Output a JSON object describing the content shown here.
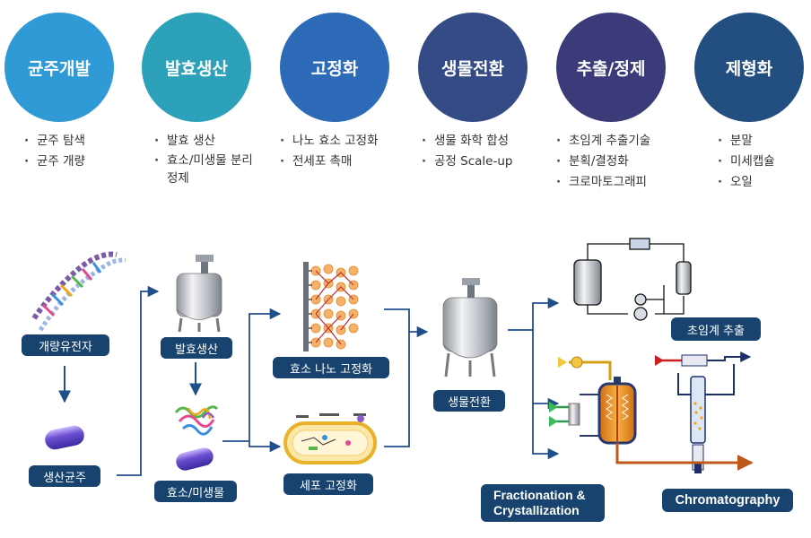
{
  "stages": [
    {
      "title": "균주개발",
      "color": "#2f9ad6",
      "items": [
        "균주 탐색",
        "균주 개량"
      ]
    },
    {
      "title": "발효생산",
      "color": "#2da1b9",
      "items": [
        "발효 생산",
        "효소/미생물 분리 정제"
      ]
    },
    {
      "title": "고정화",
      "color": "#2d6ab7",
      "items": [
        "나노 효소 고정화",
        "전세포 촉매"
      ]
    },
    {
      "title": "생물전환",
      "color": "#344b86",
      "items": [
        "생물 화학 합성",
        "공정 Scale-up"
      ]
    },
    {
      "title": "추출/정제",
      "color": "#3c3b7a",
      "items": [
        "초임계 추출기술",
        "분획/결정화",
        "크로마토그래피"
      ]
    },
    {
      "title": "제형화",
      "color": "#234e80",
      "items": [
        "분말",
        "미세캡슐",
        "오일"
      ]
    }
  ],
  "process": {
    "gene": "개량유전자",
    "strain": "생산균주",
    "fermentation": "발효생산",
    "enzyme": "효소/미생물",
    "nano_immob": "효소 나노 고정화",
    "cell_immob": "세포 고정화",
    "bioconversion": "생물전환",
    "supercritical": "초임계 추출",
    "fractionation_1": "Fractionation &",
    "fractionation_2": "Crystallization",
    "chromatography": "Chromatography"
  },
  "colors": {
    "label_bg": "#17436e",
    "arrow": "#1f4e8c"
  }
}
